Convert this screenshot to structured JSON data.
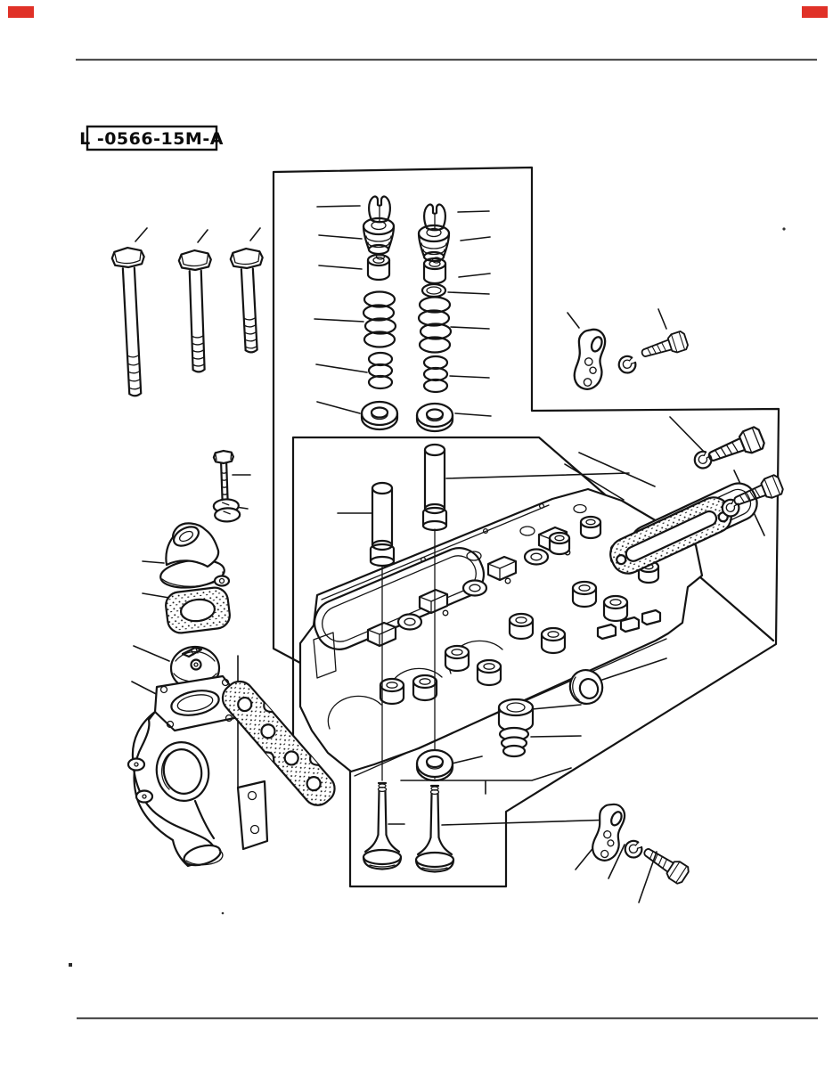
{
  "page": {
    "background_color": "#ffffff",
    "rule_color": "#4f4f4f",
    "ink_color": "#141414",
    "corner_mark_color": "#e03127"
  },
  "figure_label": {
    "text": "L -0566-15M-A"
  },
  "diagram": {
    "parts": [
      "cylinder-head-bolt-long",
      "cylinder-head-bolt-medium",
      "cylinder-head-bolt-short",
      "valve-collets",
      "valve-spring-retainers",
      "valve-stem-seals",
      "valve-spring-shim",
      "outer-valve-springs",
      "inner-valve-springs",
      "valve-spring-seats",
      "stud-bolt-with-lock-washers",
      "water-outlet",
      "water-outlet-gasket",
      "thermostat",
      "thermostat-housing",
      "manifold-gasket",
      "valve-guide-short",
      "valve-guide-long",
      "cylinder-head",
      "camshaft-seal-cap",
      "valve-cap",
      "spring-seat-stack",
      "spring-seat-washer",
      "intake-valve",
      "exhaust-valve",
      "side-cover",
      "side-cover-gasket",
      "flange-bolt-with-washer-upper",
      "flange-bolt-with-washer-lower",
      "lift-plate-upper",
      "push-nut-upper",
      "hex-bolt-upper",
      "lift-plate-lower",
      "push-nut-lower",
      "hex-bolt-lower"
    ]
  }
}
